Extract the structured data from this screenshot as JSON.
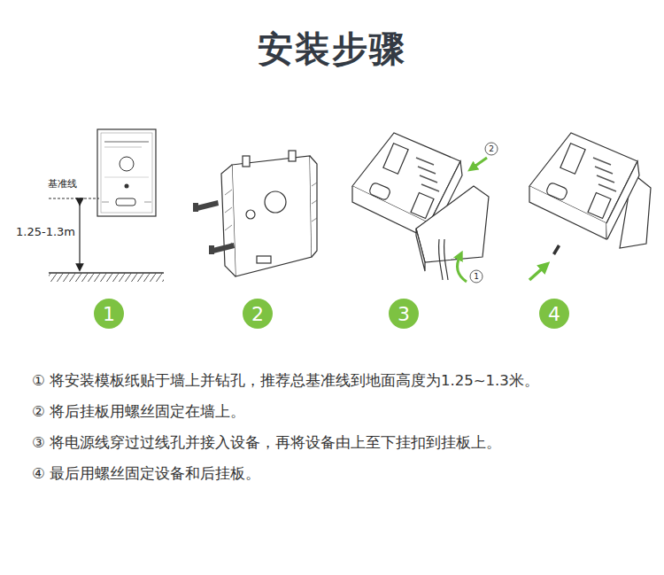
{
  "diagram": {
    "title": "安装步骤",
    "nodes": [
      {
        "text": [
          "1"
        ]
      },
      {
        "text": [
          "2"
        ]
      },
      {
        "text": [
          "3"
        ]
      },
      {
        "text": [
          "4"
        ]
      }
    ],
    "labels": [
      "基准线",
      "1.25-1.3m",
      "2",
      "1",
      "① 将安装模板纸贴于墙上并钻孔，推荐总基准线到地面高度为1.25~1.3米。",
      "② 将后挂板用螺丝固定在墙上。",
      "③ 将电源线穿过过线孔并接入设备，再将设备由上至下挂扣到挂板上。",
      "④ 最后用螺丝固定设备和后挂板。"
    ]
  }
}
